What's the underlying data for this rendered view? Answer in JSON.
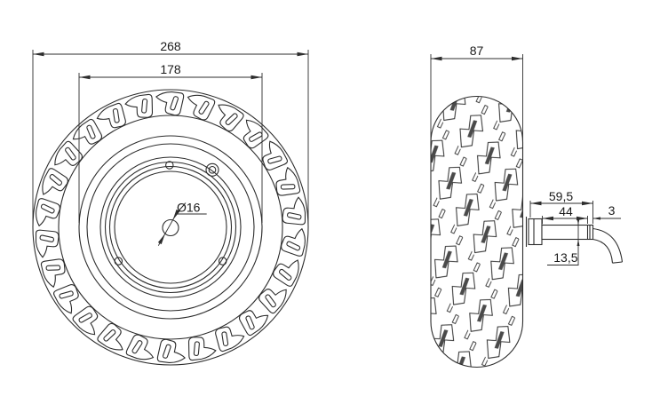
{
  "drawing_type": "wheel-technical-drawing",
  "colors": {
    "line": "#2d2d2d",
    "background": "#ffffff",
    "text": "#1a1a1a"
  },
  "front_view": {
    "dims": {
      "outer_diameter": "268",
      "bead_diameter": "178",
      "center_hole_diameter": "Ø16"
    }
  },
  "side_view": {
    "dims": {
      "tire_width": "87"
    },
    "axle_dims": {
      "overall_length": "59,5",
      "shaft_length": "44",
      "end_groove": "3",
      "shaft_diameter": "13,5"
    }
  }
}
